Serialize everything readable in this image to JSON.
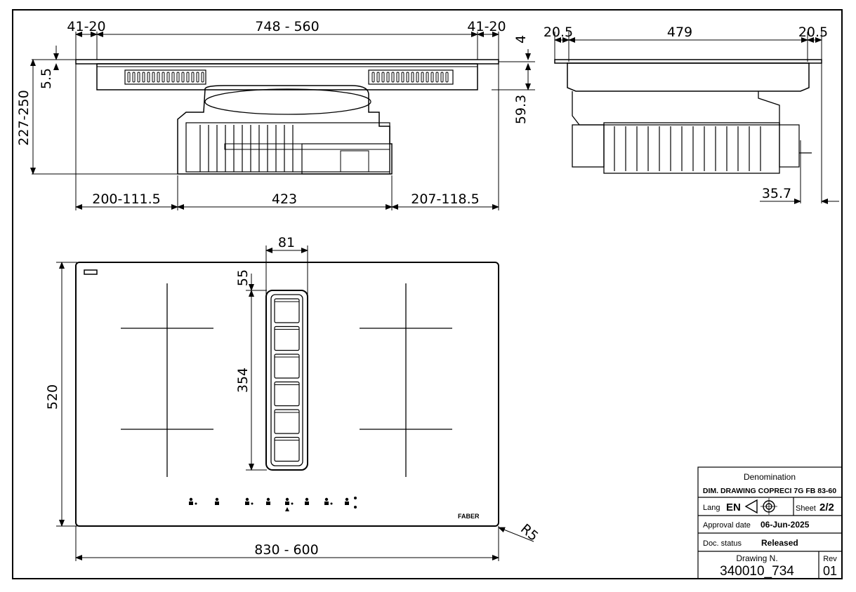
{
  "dimensions": {
    "top_left_margin": "41-20",
    "top_width": "748 - 560",
    "top_right_margin": "41-20",
    "top_thickness": "4",
    "glass_offset": "5.5",
    "total_height": "227-250",
    "motor_depth": "59.3",
    "bottom_left": "200-111.5",
    "bottom_center": "423",
    "bottom_right": "207-118.5",
    "side_left": "20.5",
    "side_width": "479",
    "side_right": "20.5",
    "side_offset": "35.7",
    "vent_width": "81",
    "vent_top": "55",
    "vent_length": "354",
    "hob_depth": "520",
    "hob_width": "830 - 600",
    "corner_radius": "R5"
  },
  "hob": {
    "brand": "FABER",
    "cooking_zones": 4,
    "vent_grille_sections": 6
  },
  "title_block": {
    "denomination_label": "Denomination",
    "denomination": "DIM. DRAWING COPRECI 7G FB 83-60",
    "lang_label": "Lang",
    "lang": "EN",
    "sheet_label": "Sheet",
    "sheet": "2/2",
    "approval_label": "Approval date",
    "approval_date": "06-Jun-2025",
    "status_label": "Doc. status",
    "status": "Released",
    "drawing_label": "Drawing N.",
    "drawing_number": "340010_734",
    "rev_label": "Rev",
    "rev": "01"
  }
}
